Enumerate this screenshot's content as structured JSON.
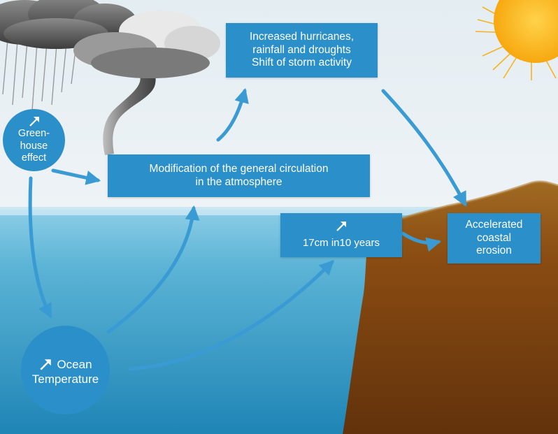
{
  "nodes": {
    "hurricanes": {
      "lines": [
        "Increased hurricanes,",
        "rainfall and droughts",
        "Shift of storm activity"
      ]
    },
    "circulation": {
      "lines": [
        "Modification of the general circulation",
        "in the atmosphere"
      ]
    },
    "greenhouse": {
      "lines": [
        "Green-",
        "house",
        "effect"
      ]
    },
    "ocean_temperature": {
      "lines": [
        "Ocean",
        "Temperature"
      ]
    },
    "sea_level": {
      "lines": [
        "17cm in10 years"
      ]
    },
    "erosion": {
      "lines": [
        "Accelerated",
        "coastal",
        "erosion"
      ]
    }
  },
  "edges": [
    {
      "from": "greenhouse",
      "to": "circulation"
    },
    {
      "from": "greenhouse",
      "to": "ocean_temperature"
    },
    {
      "from": "ocean_temperature",
      "to": "circulation"
    },
    {
      "from": "ocean_temperature",
      "to": "sea_level"
    },
    {
      "from": "circulation",
      "to": "hurricanes"
    },
    {
      "from": "hurricanes",
      "to": "erosion"
    },
    {
      "from": "sea_level",
      "to": "erosion"
    }
  ],
  "icons": [
    "increase-arrow-icon",
    "sun",
    "storm-cloud",
    "tornado",
    "rain"
  ],
  "colors": {
    "box_fill": "#2b8fca",
    "arrow": "#3a9bd4",
    "ocean": "#5cb4d6",
    "land": "#8a4c12",
    "sun": "#f7a80f",
    "sky": "#e4edf2"
  }
}
